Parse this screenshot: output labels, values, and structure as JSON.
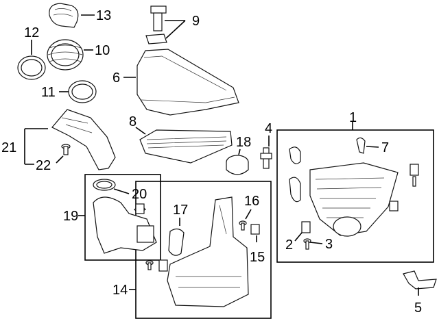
{
  "callouts": {
    "n1": "1",
    "n2": "2",
    "n3": "3",
    "n4": "4",
    "n5": "5",
    "n6": "6",
    "n7": "7",
    "n8": "8",
    "n9": "9",
    "n10": "10",
    "n11": "11",
    "n12": "12",
    "n13": "13",
    "n14": "14",
    "n15": "15",
    "n16": "16",
    "n17": "17",
    "n18": "18",
    "n19": "19",
    "n20": "20",
    "n21": "21",
    "n22": "22"
  },
  "colors": {
    "line": "#000000",
    "background": "#ffffff"
  }
}
